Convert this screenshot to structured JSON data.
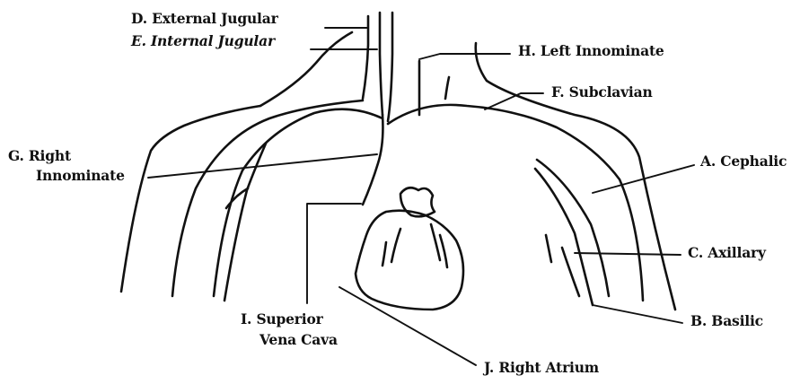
{
  "labels": {
    "external_jugular": "D. External Jugular",
    "internal_jugular": "E. Internal Jugular",
    "left_innominate": "H. Left Innominate",
    "subclavian": "F. Subclavian",
    "right_innominate_line1": "G. Right",
    "right_innominate_line2": "Innominate",
    "cephalic": "A. Cephalic",
    "axillary": "C. Axillary",
    "basilic": "B. Basilic",
    "superior_vena_cava_line1": "I. Superior",
    "superior_vena_cava_line2": "Vena Cava",
    "right_atrium": "J. Right Atrium"
  },
  "colors": {
    "ink": "#111111",
    "background": "#ffffff"
  }
}
